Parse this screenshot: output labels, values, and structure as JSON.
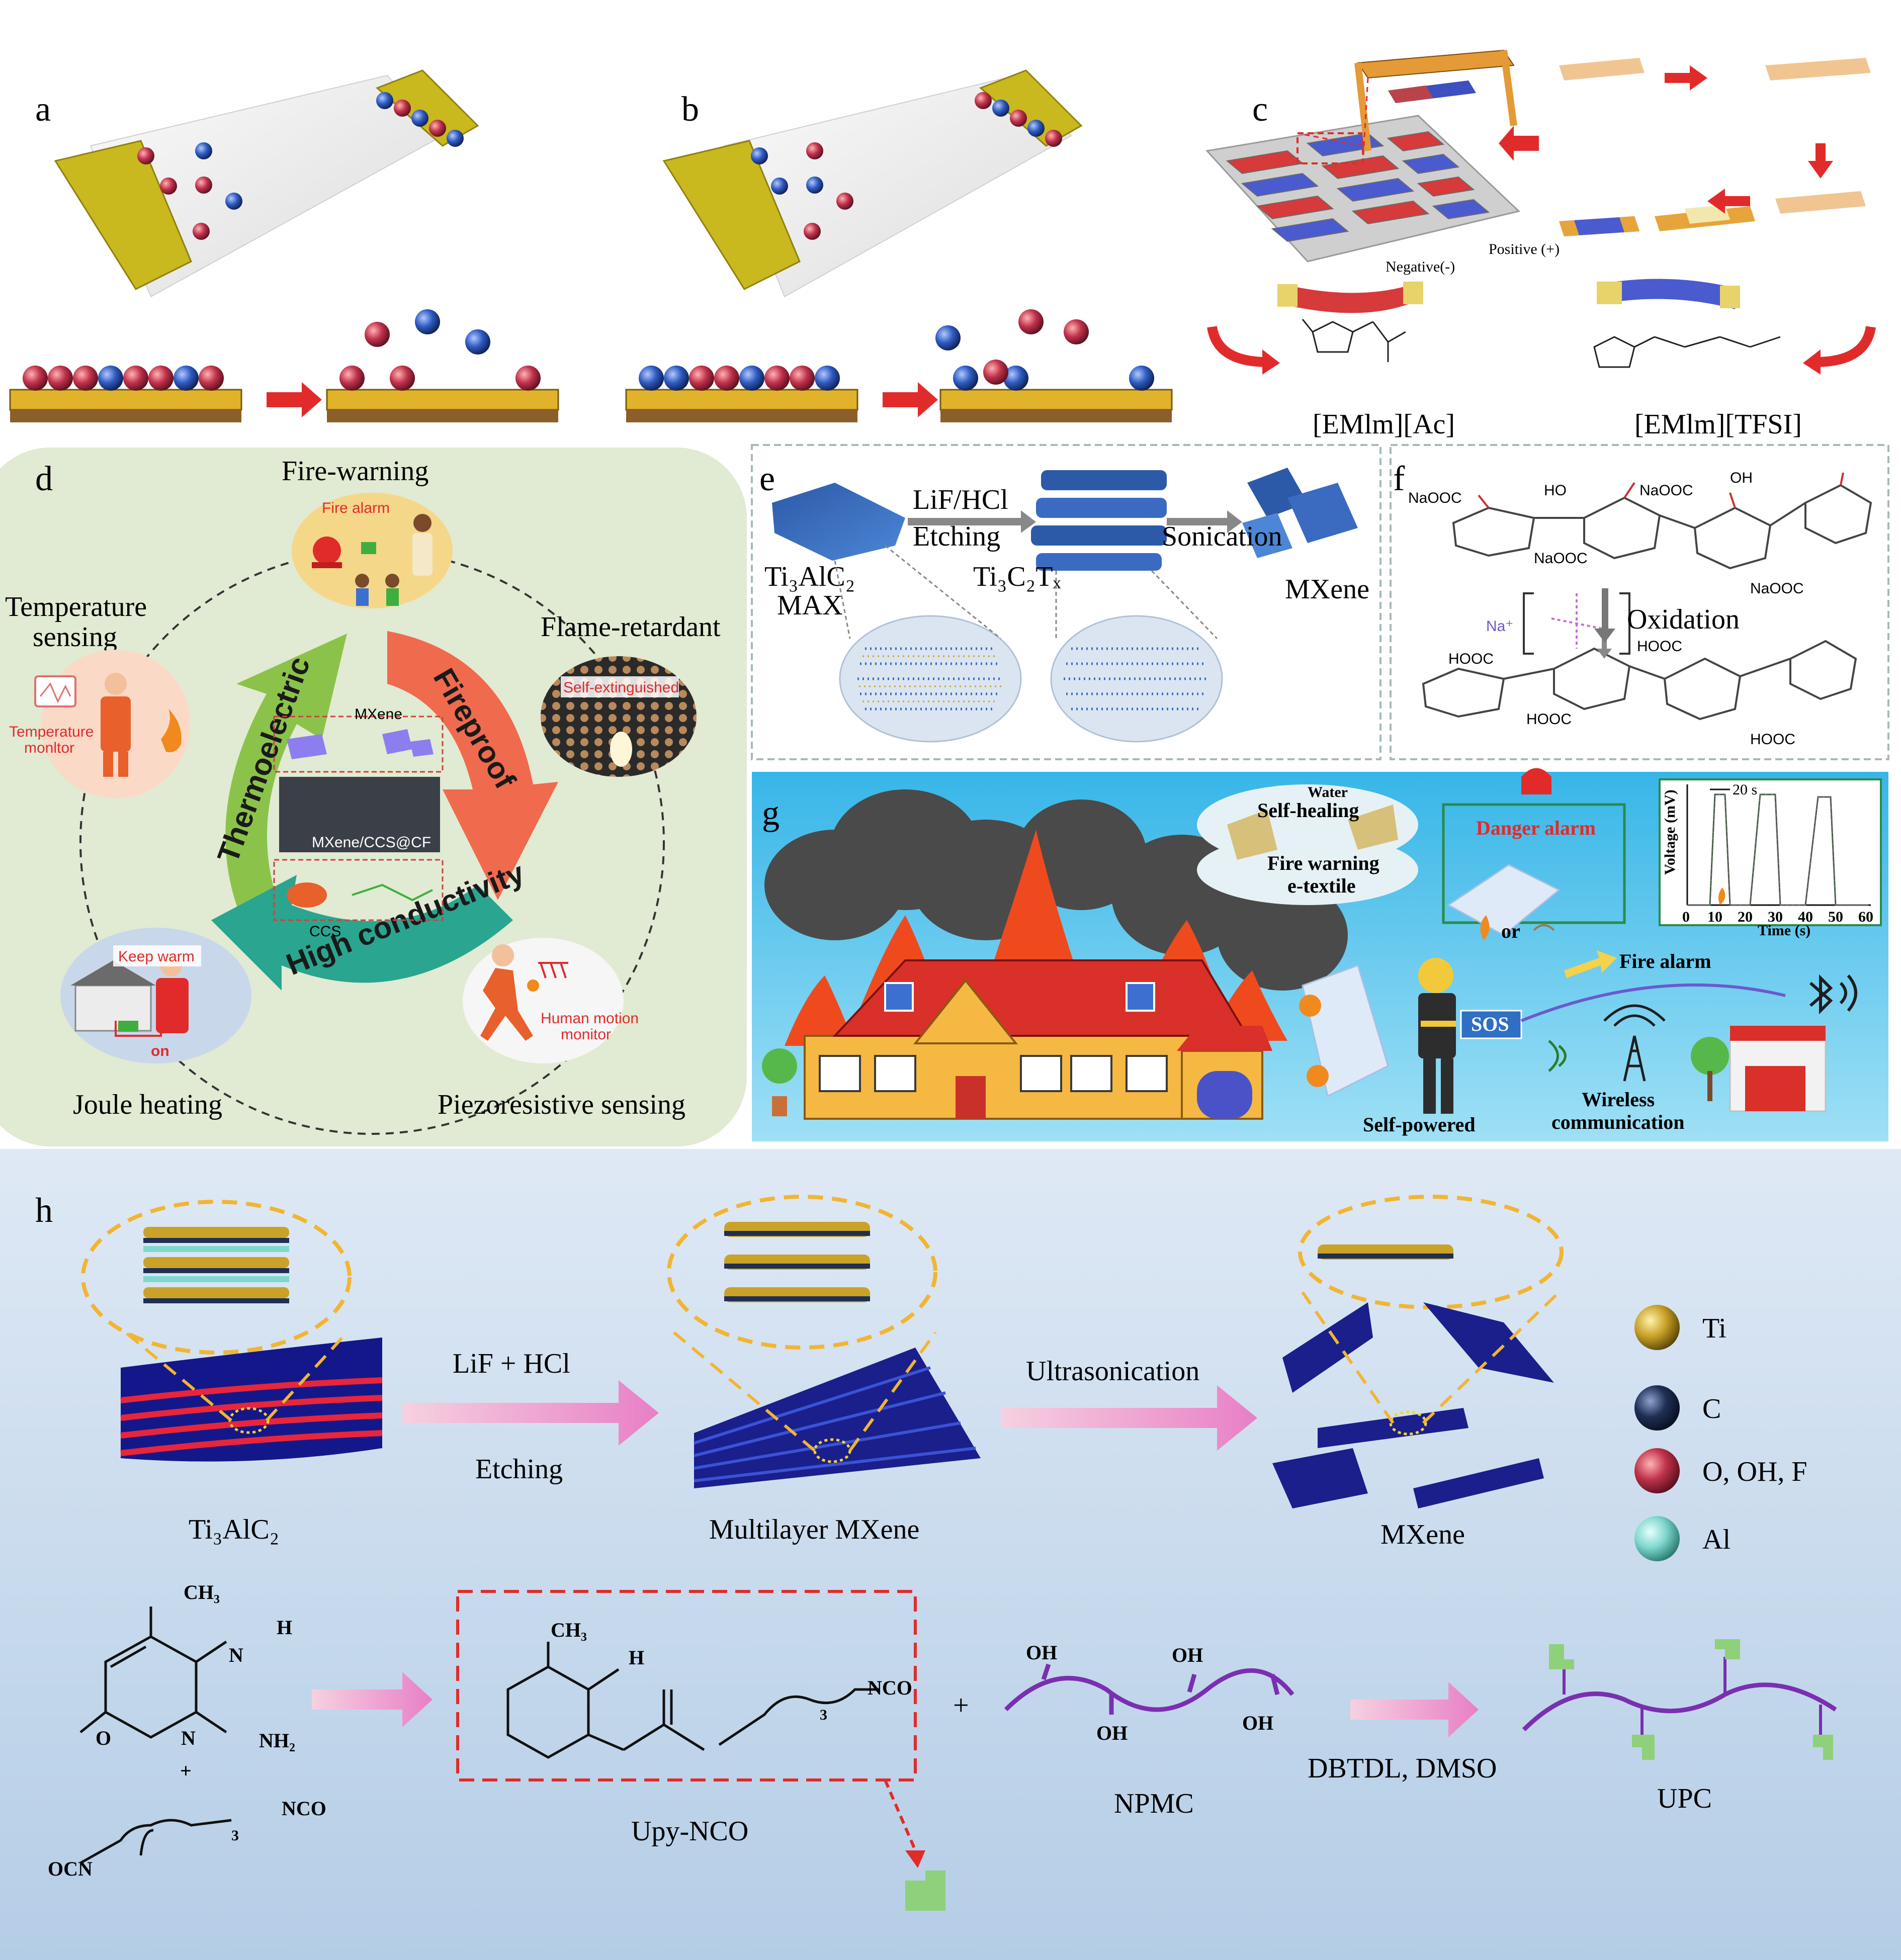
{
  "panels": {
    "a": {
      "letter": "a"
    },
    "b": {
      "letter": "b"
    },
    "c": {
      "letter": "c",
      "positive": "Positive (+)",
      "negative": "Negative(-)",
      "ionic_liquid_1": "[EMlm][Ac]",
      "ionic_liquid_2": "[EMlm][TFSI]"
    },
    "d": {
      "letter": "d",
      "fire_warning": "Fire-warning",
      "fire_alarm": "Fire alarm",
      "temperature_sensing_1": "Temperature",
      "temperature_sensing_2": "sensing",
      "temperature_monitor_1": "Temperature",
      "temperature_monitor_2": "monltor",
      "flame_retardant": "Flame-retardant",
      "self_extinguished": "Self-extinguished",
      "joule_heating": "Joule heating",
      "keep_warm": "Keep warm",
      "on_label": "on",
      "piezoresistive": "Piezoresistive sensing",
      "human_motion_1": "Human motion",
      "human_motion_2": "monitor",
      "arc_thermoelectric": "Thermoelectric",
      "arc_fireproof": "Fireproof",
      "arc_conductivity": "High conductivity",
      "center_mxene": "MXene",
      "center_composite": "MXene/CCS@CF",
      "center_ccs": "CCS"
    },
    "e": {
      "letter": "e",
      "etch_1": "LiF/HCl",
      "etch_2": "Etching",
      "sonication": "Sonication",
      "max_1": "Ti₃AlC₂",
      "max_2": "MAX",
      "ti3c2tx": "Ti₃C₂Tₓ",
      "mxene": "MXene"
    },
    "f": {
      "letter": "f",
      "oxidation": "Oxidation",
      "naooc_1": "NaOOC",
      "naooc_2": "NaOOC",
      "naooc_3": "NaOOC",
      "naooc_4": "NaOOC",
      "hooc_1": "HOOC",
      "hooc_2": "HOOC",
      "hooc_3": "HOOC",
      "hooc_4": "HOOC",
      "oh": "OH",
      "ho": "HO",
      "na": "Na⁺"
    },
    "g": {
      "letter": "g",
      "water": "Water",
      "self_healing": "Self-healing",
      "fire_warning_1": "Fire warning",
      "fire_warning_2": "e-textile",
      "danger_alarm": "Danger alarm",
      "or_label": "or",
      "fire_alarm": "Fire alarm",
      "sos": "SOS",
      "self_powered": "Self-powered",
      "wireless_1": "Wireless",
      "wireless_2": "communication",
      "chart_ylabel": "Voltage (mV)",
      "chart_xlabel": "Time (s)",
      "chart_scalebar": "20 s",
      "x_ticks": [
        "0",
        "10",
        "20",
        "30",
        "40",
        "50",
        "60"
      ]
    },
    "h": {
      "letter": "h",
      "step1_top": "LiF + HCl",
      "step1_bottom": "Etching",
      "step2": "Ultrasonication",
      "ti3alc2": "Ti₃AlC₂",
      "multilayer": "Multilayer MXene",
      "mxene": "MXene",
      "legend": [
        {
          "label": "Ti",
          "color": "#c9a227"
        },
        {
          "label": "C",
          "color": "#1f2f55"
        },
        {
          "label": "O, OH, F",
          "color": "#c0324b"
        },
        {
          "label": "Al",
          "color": "#7fd8cf"
        }
      ],
      "ch3_1": "CH₃",
      "h_1": "H",
      "nh2": "NH₂",
      "o_1": "O",
      "n_1": "N",
      "n_2": "N",
      "plus_1": "+",
      "ocn": "OCN",
      "nco_1": "NCO",
      "sub3_1": "3",
      "ch3_2": "CH₃",
      "h_2": "H",
      "nco_2": "NCO",
      "sub3_2": "3",
      "upy_nco": "Upy-NCO",
      "plus_2": "+",
      "oh_1": "OH",
      "oh_2": "OH",
      "oh_3": "OH",
      "oh_4": "OH",
      "npmc": "NPMC",
      "reagents": "DBTDL, DMSO",
      "upc": "UPC"
    }
  }
}
